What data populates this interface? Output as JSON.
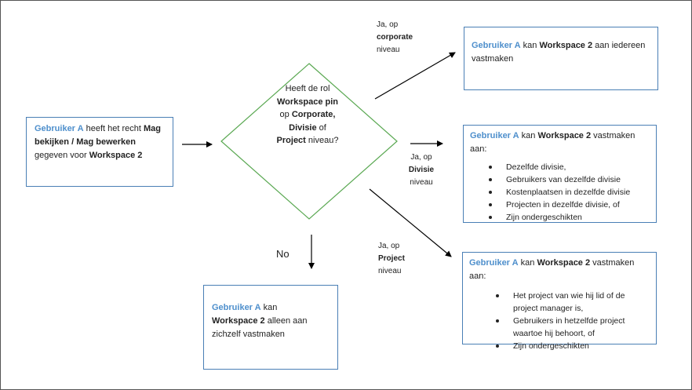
{
  "start_box": {
    "actor": "Gebruiker A",
    "t1": "heeft het recht",
    "right": "Mag bekijken / Mag bewerken",
    "t2": "gegeven voor",
    "workspace": "Workspace 2"
  },
  "decision": {
    "t1": "Heeft de rol",
    "role": "Workspace pin",
    "t2": "op",
    "corporate": "Corporate,",
    "divisie": "Divisie",
    "t3": "of",
    "project": "Project",
    "t4": "niveau?"
  },
  "branch_labels": {
    "corporate": {
      "l1": "Ja, op",
      "l2": "corporate",
      "l3": "niveau"
    },
    "divisie": {
      "l1": "Ja, op",
      "l2": "Divisie",
      "l3": "niveau"
    },
    "project": {
      "l1": "Ja, op",
      "l2": "Project",
      "l3": "niveau"
    },
    "no": "No"
  },
  "corporate_box": {
    "actor": "Gebruiker A",
    "t1": "kan",
    "workspace": "Workspace 2",
    "t2": "aan iedereen vastmaken"
  },
  "divisie_box": {
    "actor": "Gebruiker A",
    "t1": "kan",
    "workspace": "Workspace 2",
    "t2": "vastmaken aan:",
    "items": [
      "Dezelfde divisie,",
      "Gebruikers van dezelfde divisie",
      "Kostenplaatsen in dezelfde divisie",
      "Projecten in dezelfde divisie, of",
      "Zijn ondergeschikten"
    ]
  },
  "project_box": {
    "actor": "Gebruiker A",
    "t1": "kan",
    "workspace": "Workspace 2",
    "t2": "vastmaken aan:",
    "items": [
      "Het project van wie hij lid of de project manager is,",
      "Gebruikers in hetzelfde project waartoe hij behoort, of",
      "Zijn ondergeschikten"
    ]
  },
  "no_box": {
    "actor": "Gebruiker A",
    "t1": "kan",
    "workspace": "Workspace 2",
    "t2": "alleen aan zichzelf vastmaken"
  }
}
